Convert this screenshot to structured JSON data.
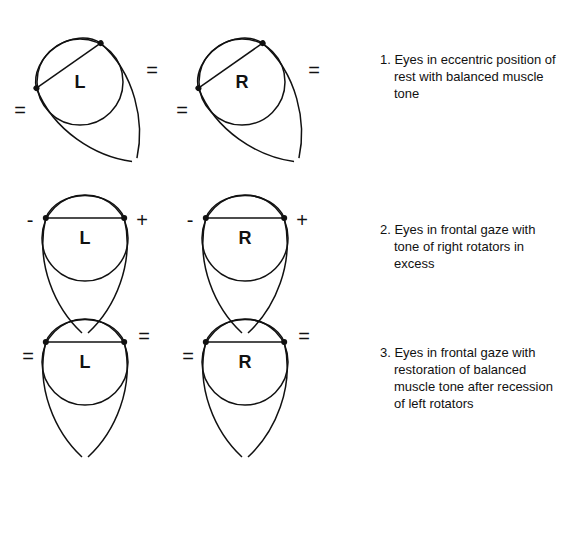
{
  "diagram": {
    "nodes": [
      {
        "text": [
          "L"
        ]
      },
      {
        "text": [
          "R"
        ]
      },
      {
        "text": [
          "L"
        ]
      },
      {
        "text": [
          "R"
        ]
      },
      {
        "text": [
          "L"
        ]
      },
      {
        "text": [
          "R"
        ]
      }
    ],
    "labels": [
      "=",
      "=",
      "=",
      "=",
      "1. Eyes in eccentric position of rest with balanced muscle tone",
      "-",
      "+",
      "-",
      "+",
      "2. Eyes in frontal gaze with tone of right rotators in excess",
      "=",
      "=",
      "=",
      "=",
      "3. Eyes in frontal gaze with restoration of balanced muscle tone after recession of left rotators"
    ]
  }
}
